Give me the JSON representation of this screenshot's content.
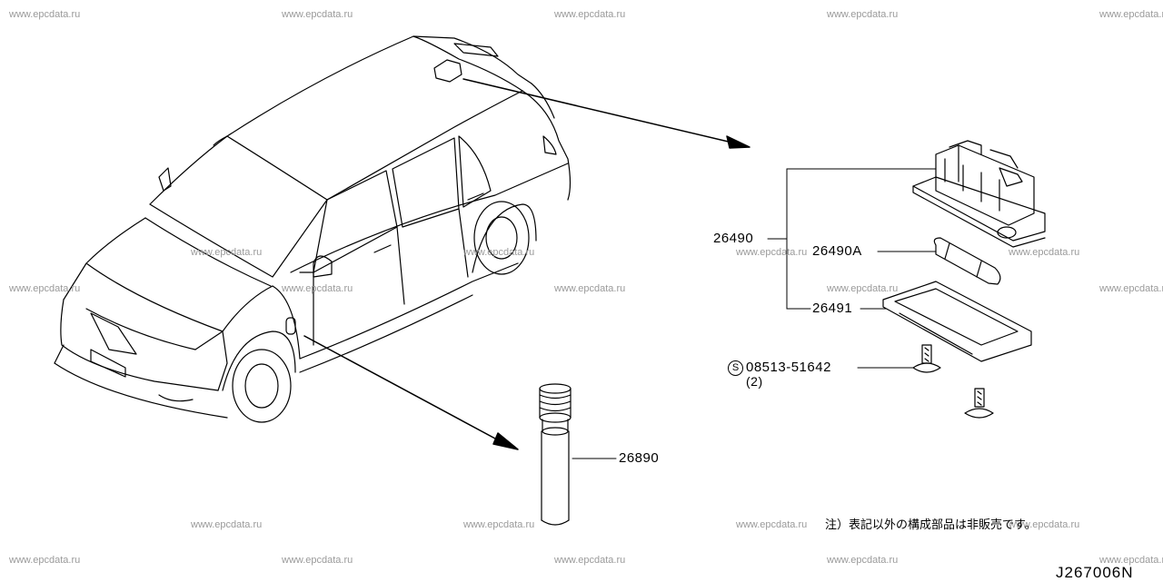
{
  "watermark": "www.epcdata.ru",
  "parts": {
    "assembly": "26490",
    "bulb": "26490A",
    "lens": "26491",
    "screw": "08513-51642",
    "screw_qty": "(2)",
    "screw_prefix": "S",
    "lamp": "26890"
  },
  "note": "注）表記以外の構成部品は非販売です。",
  "diagram_code": "J267006N"
}
